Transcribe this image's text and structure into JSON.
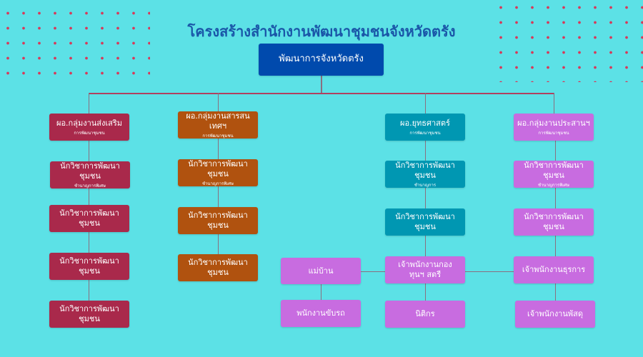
{
  "title": "โครงสร้างสำนักงานพัฒนาชุมชนจังหวัดตรัง",
  "head": "พัฒนาการจังหวัดตรัง",
  "col1": {
    "director": "ผอ.กลุ่มงานส่งเสริม",
    "director_sub": "การพัฒนาชุมชน",
    "staff1": "นักวิชาการพัฒนาชุมชน",
    "staff1_sub": "ชำนาญการพิเศษ",
    "staff2": "นักวิชาการพัฒนาชุมชน",
    "staff3": "นักวิชาการพัฒนาชุมชน",
    "staff4": "นักวิชาการพัฒนาชุมชน"
  },
  "col2": {
    "director": "ผอ.กลุ่มงานสารสนเทศฯ",
    "director_sub": "การพัฒนาชุมชน",
    "staff1": "นักวิชาการพัฒนาชุมชน",
    "staff1_sub": "ชำนาญการพิเศษ",
    "staff2": "นักวิชาการพัฒนาชุมชน",
    "staff3": "นักวิชาการพัฒนาชุมชน"
  },
  "col3": {
    "director": "ผอ.ยุทธศาสตร์",
    "director_sub": "การพัฒนาชุมชน",
    "staff1": "นักวิชาการพัฒนาชุมชน",
    "staff1_sub": "ชำนาญการ",
    "staff2": "นักวิชาการพัฒนาชุมชน",
    "staff3": "เจ้าพนักงานกองทุนฯ สตรี",
    "staff4": "นิติกร"
  },
  "col4": {
    "director": "ผอ.กลุ่มงานประสานฯ",
    "director_sub": "การพัฒนาชุมชน",
    "staff1": "นักวิชาการพัฒนาชุมชน",
    "staff1_sub": "ชำนาญการพิเศษ",
    "staff2": "นักวิชาการพัฒนาชุมชน",
    "staff3": "เจ้าพนักงานธุรการ",
    "staff4": "เจ้าพนักงานพัสดุ"
  },
  "support": {
    "housekeeper": "แม่บ้าน",
    "driver": "พนักงานขับรถ"
  },
  "colors": {
    "background": "#5ce1e6",
    "head": "#004aad",
    "col1": "#a9294b",
    "col2": "#b0520f",
    "col3": "#0097b2",
    "col4": "#c86ce0"
  }
}
